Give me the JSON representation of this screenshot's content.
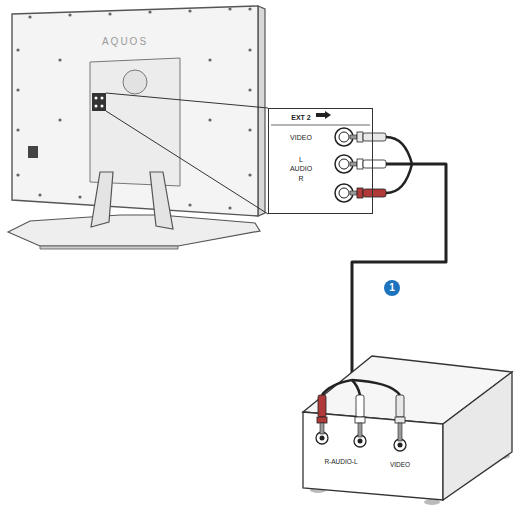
{
  "diagram": {
    "nodes": [
      {
        "text": [
          "EXT 2",
          "VIDEO",
          "L",
          "AUDIO",
          "R"
        ]
      },
      {
        "text": [
          "R-AUDIO-L",
          "VIDEO"
        ]
      }
    ],
    "edges": [
      {
        "from": 0,
        "to": 1,
        "arrow": "none"
      }
    ],
    "labels": [
      "AQUOS",
      "1"
    ]
  }
}
